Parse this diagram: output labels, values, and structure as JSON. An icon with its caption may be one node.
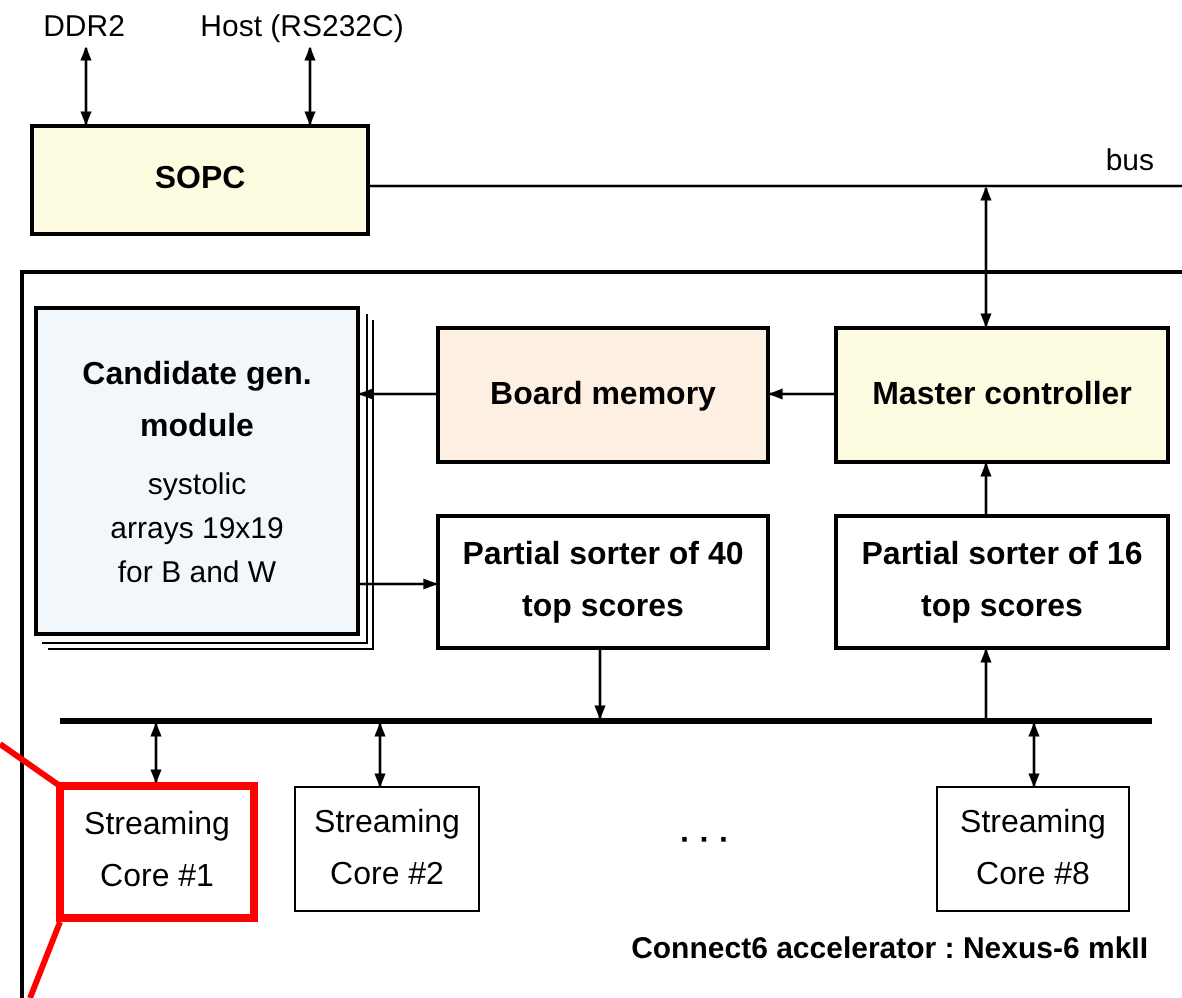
{
  "diagram": {
    "nodes": [
      {
        "text": [
          "DDR2"
        ]
      },
      {
        "text": [
          "Host (RS232C)"
        ]
      },
      {
        "text": [
          "SOPC"
        ]
      },
      {
        "text": [
          "Connect6 accelerator : Nexus-6 mkII"
        ]
      },
      {
        "text": [
          "Candidate gen. module",
          "systolic arrays 19x19 for B and W"
        ],
        "in": 3
      },
      {
        "text": [
          "Board memory"
        ],
        "in": 3
      },
      {
        "text": [
          "Master controller"
        ],
        "in": 3
      },
      {
        "text": [
          "Partial sorter of 40 top scores"
        ],
        "in": 3
      },
      {
        "text": [
          "Partial sorter of 16 top scores"
        ],
        "in": 3
      },
      {
        "text": [],
        "shape": "bar",
        "in": 3
      },
      {
        "text": [
          "Streaming Core #1"
        ],
        "in": 3
      },
      {
        "text": [
          "Streaming Core #2"
        ],
        "in": 3
      },
      {
        "text": [
          "Streaming Core #8"
        ],
        "in": 3
      }
    ],
    "edges": [
      {
        "from": 0,
        "to": 2,
        "arrow": "both"
      },
      {
        "from": 1,
        "to": 2,
        "arrow": "both"
      },
      {
        "from": 2,
        "to": null,
        "arrow": "none",
        "label": "bus"
      },
      {
        "from": null,
        "to": 6,
        "arrow": "both"
      },
      {
        "from": 6,
        "to": 5,
        "arrow": "to"
      },
      {
        "from": 5,
        "to": 4,
        "arrow": "to"
      },
      {
        "from": 4,
        "to": 7,
        "arrow": "to"
      },
      {
        "from": 7,
        "to": 9,
        "arrow": "to"
      },
      {
        "from": 9,
        "to": 8,
        "arrow": "to"
      },
      {
        "from": 8,
        "to": 6,
        "arrow": "to"
      },
      {
        "from": 9,
        "to": 10,
        "arrow": "both"
      },
      {
        "from": 9,
        "to": 11,
        "arrow": "both"
      },
      {
        "from": 9,
        "to": 12,
        "arrow": "both"
      },
      {
        "from": null,
        "to": 10,
        "arrow": "none",
        "style": "thick",
        "color": "#ff0000"
      },
      {
        "from": null,
        "to": 10,
        "arrow": "none",
        "style": "thick",
        "color": "#ff0000"
      }
    ],
    "labels": [
      "· · ·"
    ]
  }
}
